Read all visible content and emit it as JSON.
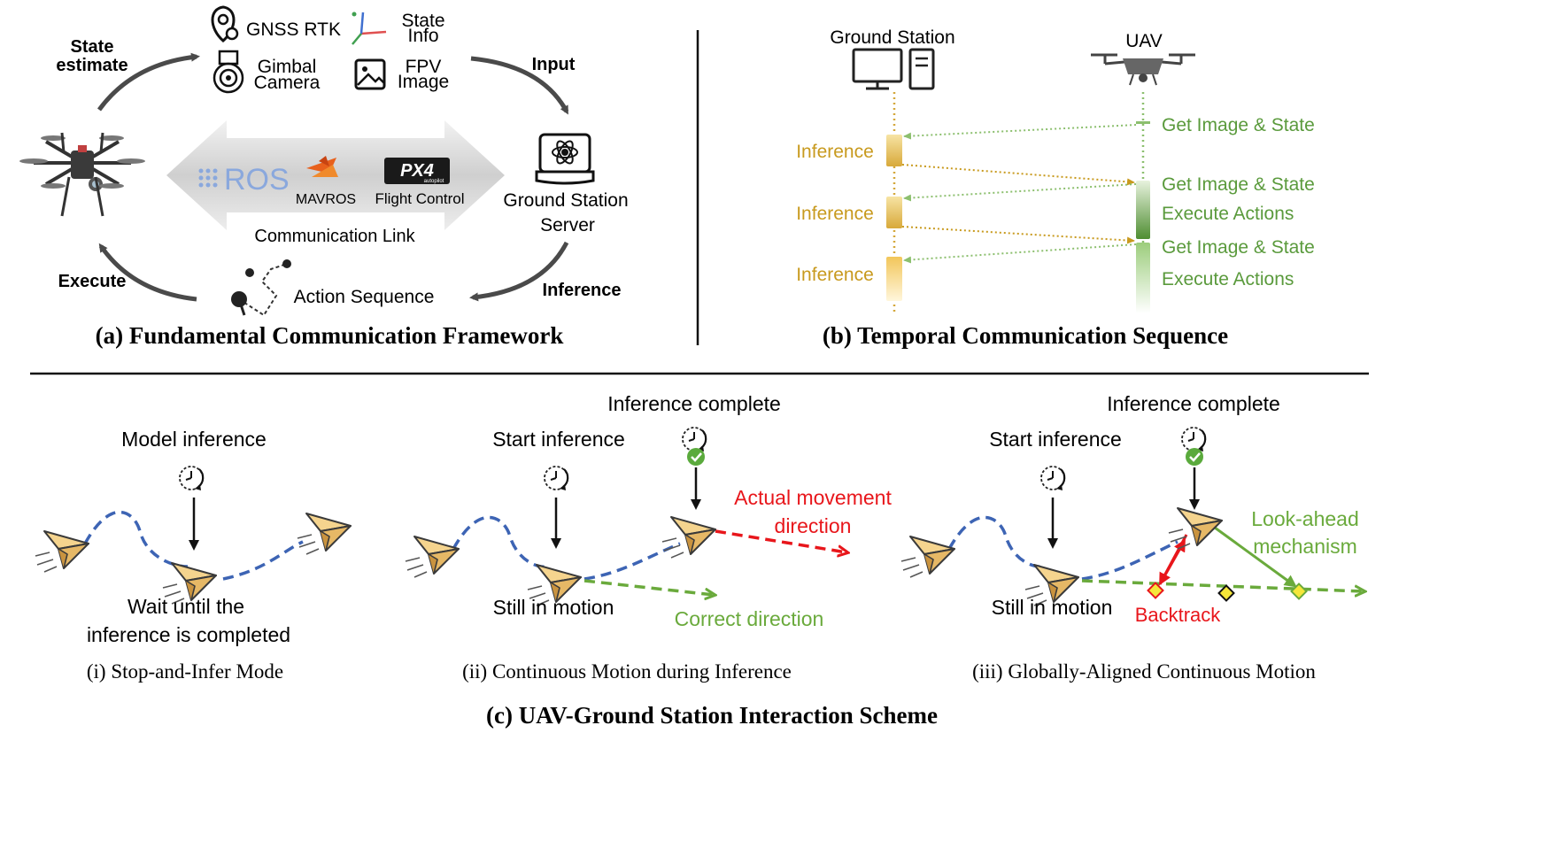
{
  "panel_a": {
    "caption": "(a) Fundamental Communication Framework",
    "state_estimate_line1": "State",
    "state_estimate_line2": "estimate",
    "input_label": "Input",
    "inference_label": "Inference",
    "execute_label": "Execute",
    "gnss": "GNSS RTK",
    "state_info_line1": "State",
    "state_info_line2": "Info",
    "gimbal_line1": "Gimbal",
    "gimbal_line2": "Camera",
    "fpv_line1": "FPV",
    "fpv_line2": "Image",
    "ros": "ROS",
    "mavros": "MAVROS",
    "px4_logo": "PX4",
    "px4_sub": "autopilot",
    "flight_control": "Flight Control",
    "comm_link": "Communication Link",
    "gs_server_line1": "Ground Station",
    "gs_server_line2": "Server",
    "action_sequence": "Action Sequence"
  },
  "panel_b": {
    "caption": "(b) Temporal Communication Sequence",
    "ground_station": "Ground Station",
    "uav": "UAV",
    "inference_1": "Inference",
    "inference_2": "Inference",
    "inference_3": "Inference",
    "get_image_1": "Get Image & State",
    "get_image_2": "Get Image & State",
    "execute_1": "Execute Actions",
    "get_image_3": "Get Image & State",
    "execute_2": "Execute Actions"
  },
  "panel_c": {
    "caption": "(c) UAV-Ground Station Interaction Scheme",
    "sub_i": {
      "title": "(i) Stop-and-Infer Mode",
      "model_inference": "Model inference",
      "wait_line1": "Wait until the",
      "wait_line2": "inference is completed"
    },
    "sub_ii": {
      "title": "(ii) Continuous Motion during Inference",
      "inference_complete": "Inference complete",
      "start_inference": "Start inference",
      "actual_line1": "Actual movement",
      "actual_line2": "direction",
      "still_in_motion": "Still in motion",
      "correct_direction": "Correct direction"
    },
    "sub_iii": {
      "title": "(iii) Globally-Aligned Continuous Motion",
      "inference_complete": "Inference complete",
      "start_inference": "Start inference",
      "lookahead_line1": "Look-ahead",
      "lookahead_line2": "mechanism",
      "still_in_motion": "Still in motion",
      "backtrack": "Backtrack"
    }
  },
  "colors": {
    "ground_station": "#c89a1e",
    "uav": "#5a9a3c",
    "red": "#e8161b",
    "green": "#6aaa3c",
    "blue_path": "#3d64b4"
  }
}
